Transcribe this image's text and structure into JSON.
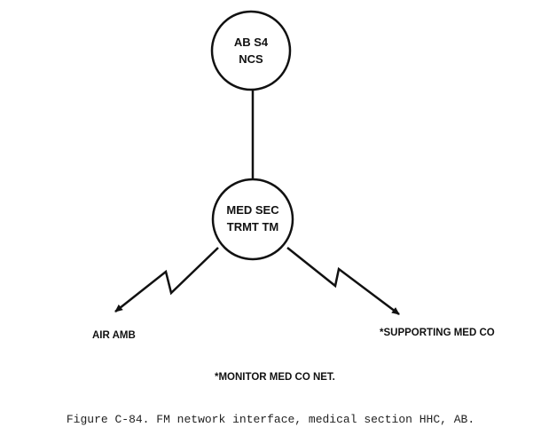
{
  "nodes": {
    "top": {
      "line1": "AB S4",
      "line2": "NCS"
    },
    "center": {
      "line1": "MED SEC",
      "line2": "TRMT TM"
    }
  },
  "labels": {
    "left": "AIR AMB",
    "right": "*SUPPORTING MED CO",
    "note": "*MONITOR MED CO NET."
  },
  "caption": "Figure C-84. FM network interface, medical section HHC, AB."
}
